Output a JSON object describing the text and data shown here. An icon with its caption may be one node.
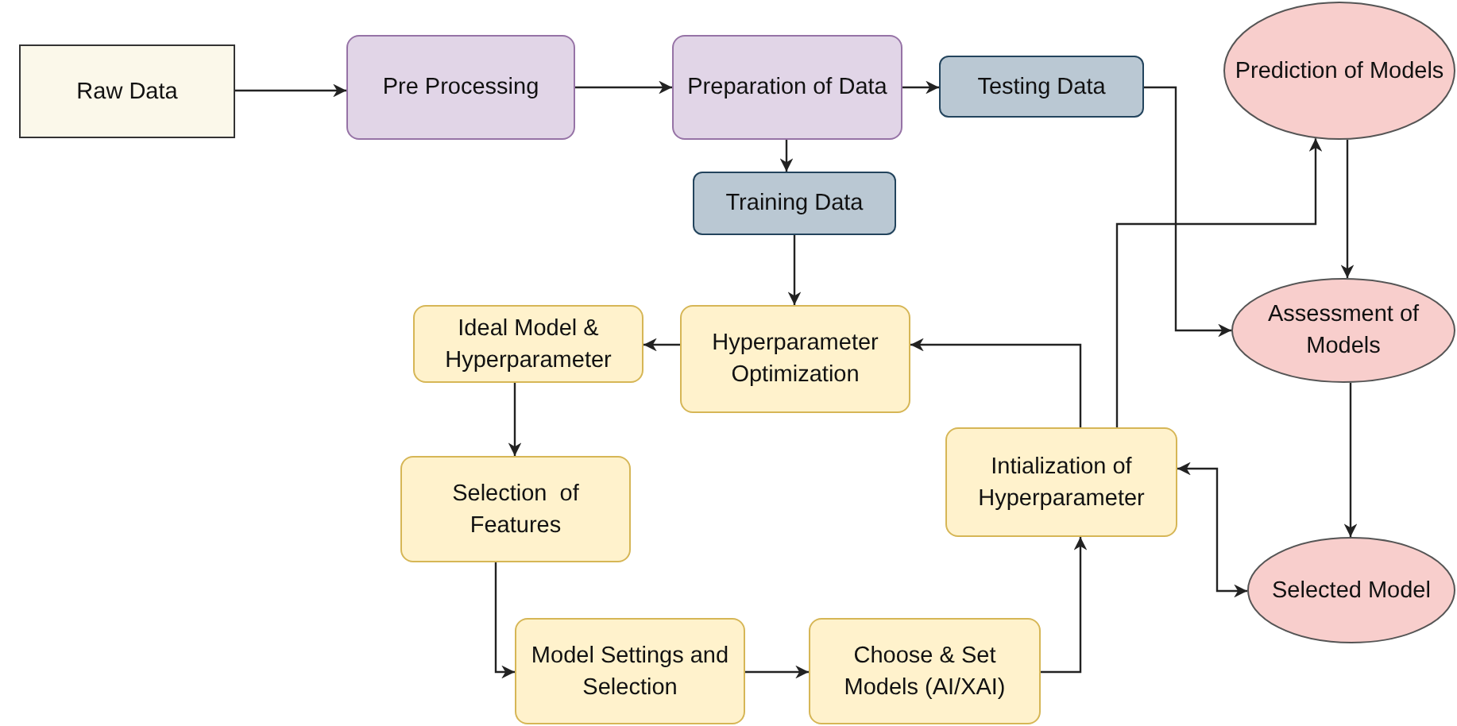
{
  "diagram": {
    "nodes": [
      {
        "text": [
          "Raw Data"
        ]
      },
      {
        "text": [
          "Pre Processing"
        ]
      },
      {
        "text": [
          "Preparation of Data"
        ]
      },
      {
        "text": [
          "Testing Data"
        ]
      },
      {
        "text": [
          "Prediction of Models"
        ]
      },
      {
        "text": [
          "Training Data"
        ]
      },
      {
        "text": [
          "Ideal Model & Hyperparameter"
        ]
      },
      {
        "text": [
          "Hyperparameter Optimization"
        ]
      },
      {
        "text": [
          "Assessment of Models"
        ]
      },
      {
        "text": [
          "Selection  of Features"
        ]
      },
      {
        "text": [
          "Intialization of Hyperparameter"
        ]
      },
      {
        "text": [
          "Selected Model"
        ]
      },
      {
        "text": [
          "Model Settings and Selection"
        ]
      },
      {
        "text": [
          "Choose & Set Models (AI/XAI)"
        ]
      }
    ],
    "edges": [
      {
        "from": 0,
        "to": 1,
        "arrow": "to"
      },
      {
        "from": 1,
        "to": 2,
        "arrow": "to"
      },
      {
        "from": 2,
        "to": 3,
        "arrow": "to"
      },
      {
        "from": 2,
        "to": 5,
        "arrow": "to"
      },
      {
        "from": 5,
        "to": 7,
        "arrow": "to"
      },
      {
        "from": 3,
        "to": 8,
        "arrow": "to"
      },
      {
        "from": 4,
        "to": 8,
        "arrow": "to"
      },
      {
        "from": 8,
        "to": 11,
        "arrow": "to"
      },
      {
        "from": 7,
        "to": 6,
        "arrow": "to"
      },
      {
        "from": 6,
        "to": 9,
        "arrow": "to"
      },
      {
        "from": 9,
        "to": 12,
        "arrow": "to"
      },
      {
        "from": 12,
        "to": 13,
        "arrow": "to"
      },
      {
        "from": 13,
        "to": 10,
        "arrow": "to"
      },
      {
        "from": 10,
        "to": 4,
        "arrow": "to"
      },
      {
        "from": 10,
        "to": 7,
        "arrow": "to"
      },
      {
        "from": 10,
        "to": 11,
        "arrow": "both"
      }
    ]
  }
}
